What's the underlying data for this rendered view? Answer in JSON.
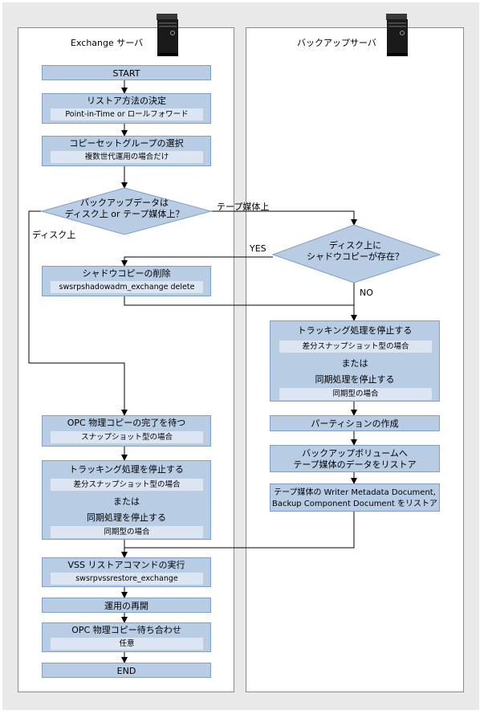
{
  "left_panel": {
    "title": "Exchange サーバ"
  },
  "right_panel": {
    "title": "バックアップサーバ"
  },
  "left_steps": {
    "start": "START",
    "restore_method": {
      "main": "リストア方法の決定",
      "sub": "Point-in-Time or ロールフォワード"
    },
    "copy_set": {
      "main": "コピーセットグループの選択",
      "sub": "複数世代運用の場合だけ"
    },
    "decision_location": {
      "line1": "バックアップデータは",
      "line2": "ディスク上 or テープ媒体上？"
    },
    "shadow_delete": {
      "main": "シャドウコピーの削除",
      "sub": "swsrpshadowadm_exchange delete"
    },
    "opc_wait": {
      "main": "OPC 物理コピーの完了を待つ",
      "sub": "スナップショット型の場合"
    },
    "tracking_stop": {
      "main1": "トラッキング処理を停止する",
      "sub1": "差分スナップショット型の場合",
      "or": "または",
      "main2": "同期処理を停止する",
      "sub2": "同期型の場合"
    },
    "vss_restore": {
      "main": "VSS リストアコマンドの実行",
      "sub": "swsrpvssrestore_exchange"
    },
    "resume": "運用の再開",
    "opc_sync": {
      "main": "OPC 物理コピー待ち合わせ",
      "sub": "任意"
    },
    "end": "END"
  },
  "right_steps": {
    "decision_shadow": {
      "line1": "ディスク上に",
      "line2": "シャドウコピーが存在？"
    },
    "tracking_stop": {
      "main1": "トラッキング処理を停止する",
      "sub1": "差分スナップショット型の場合",
      "or": "または",
      "main2": "同期処理を停止する",
      "sub2": "同期型の場合"
    },
    "partition": "パーティションの作成",
    "restore_volume": {
      "line1": "バックアップボリュームへ",
      "line2": "テープ媒体のデータをリストア"
    },
    "restore_docs": {
      "line1": "テープ媒体の Writer Metadata Document,",
      "line2": "Backup Component Document をリストア"
    }
  },
  "labels": {
    "tape": "テープ媒体上",
    "disk": "ディスク上",
    "yes": "YES",
    "no": "NO"
  },
  "colors": {
    "box_fill": "#b8cce4",
    "sub_fill": "#dce6f2",
    "box_border": "#7f9fc8",
    "background": "#e9e9e9"
  }
}
